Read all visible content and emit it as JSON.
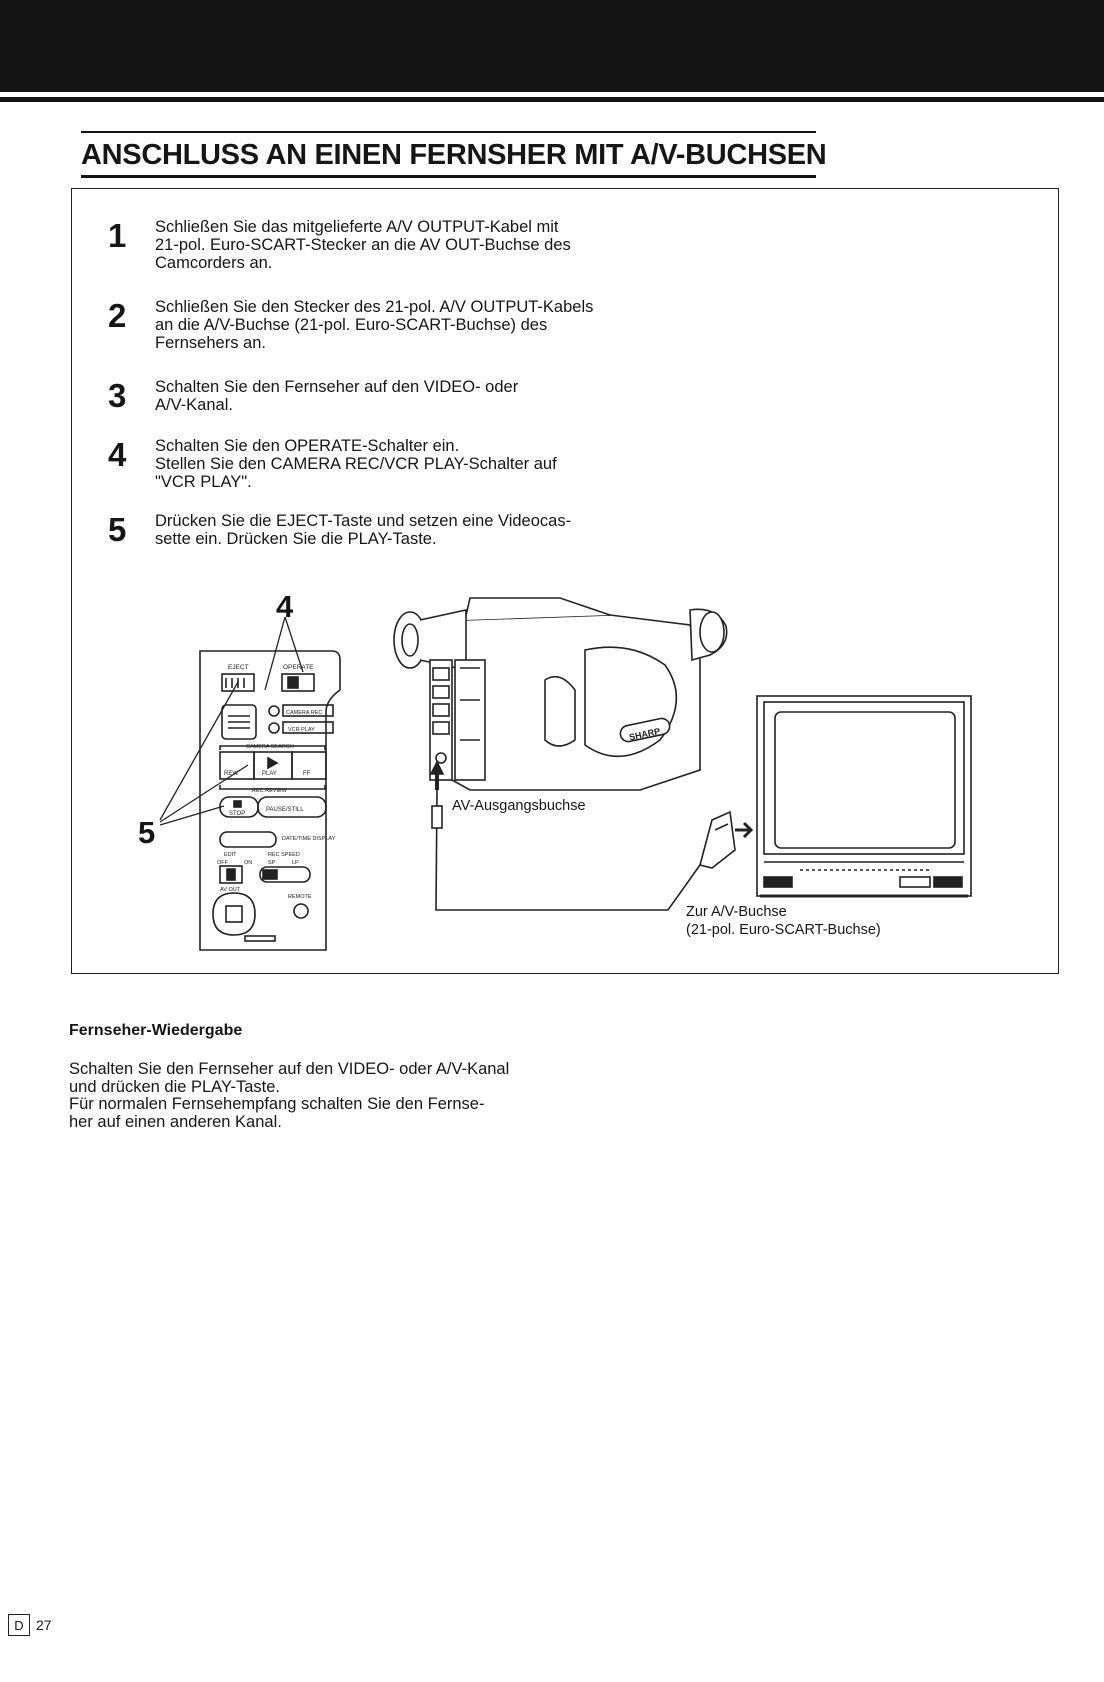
{
  "page": {
    "title": "ANSCHLUSS AN EINEN FERNSHER MIT A/V-BUCHSEN"
  },
  "steps": [
    {
      "number": "1",
      "lines": [
        "Schließen Sie das mitgelieferte A/V OUTPUT-Kabel mit",
        "21-pol. Euro-SCART-Stecker an die AV OUT-Buchse des",
        "Camcorders an."
      ]
    },
    {
      "number": "2",
      "lines": [
        "Schließen Sie den Stecker des 21-pol. A/V OUTPUT-Kabels",
        "an die A/V-Buchse (21-pol. Euro-SCART-Buchse) des",
        "Fernsehers an."
      ]
    },
    {
      "number": "3",
      "lines": [
        "Schalten Sie den Fernseher auf den VIDEO- oder",
        "A/V-Kanal."
      ]
    },
    {
      "number": "4",
      "lines": [
        "Schalten Sie den OPERATE-Schalter ein.",
        "Stellen Sie den CAMERA REC/VCR PLAY-Schalter auf",
        "\"VCR PLAY\"."
      ]
    },
    {
      "number": "5",
      "lines": [
        "Drücken Sie die EJECT-Taste und setzen eine Videocas-",
        "sette ein. Drücken Sie die PLAY-Taste."
      ]
    }
  ],
  "figure": {
    "callout_top": "4",
    "callout_left": "5",
    "av_out_label": "AV-Ausgangsbuchse",
    "tv_jack_label_1": "Zur A/V-Buchse",
    "tv_jack_label_2": "(21-pol. Euro-SCART-Buchse)",
    "panel_labels": {
      "eject": "EJECT",
      "operate": "OPERATE",
      "camera_rec": "CAMERA REC",
      "vcr_play": "VCR PLAY",
      "camera_search": "CAMERA SEARCH",
      "rew": "REW",
      "play": "PLAY",
      "ff": "FF",
      "rec_review": "REC REVIEW",
      "stop": "STOP",
      "pause_still": "PAUSE/STILL",
      "date_time_display": "DATE/TIME DISPLAY",
      "edit": "EDIT",
      "off": "OFF",
      "on": "ON",
      "rec_speed": "REC SPEED",
      "sp": "SP",
      "lp": "LP",
      "av_out": "AV OUT",
      "remote": "REMOTE"
    },
    "brand": "SHARP"
  },
  "section": {
    "heading": "Fernseher-Wiedergabe",
    "lines": [
      "Schalten Sie den Fernseher auf den VIDEO- oder A/V-Kanal",
      "und drücken die PLAY-Taste.",
      "Für normalen Fernsehempfang schalten Sie den Fernse-",
      "her auf einen anderen Kanal."
    ]
  },
  "footer": {
    "lang": "D",
    "page_number": "27"
  }
}
